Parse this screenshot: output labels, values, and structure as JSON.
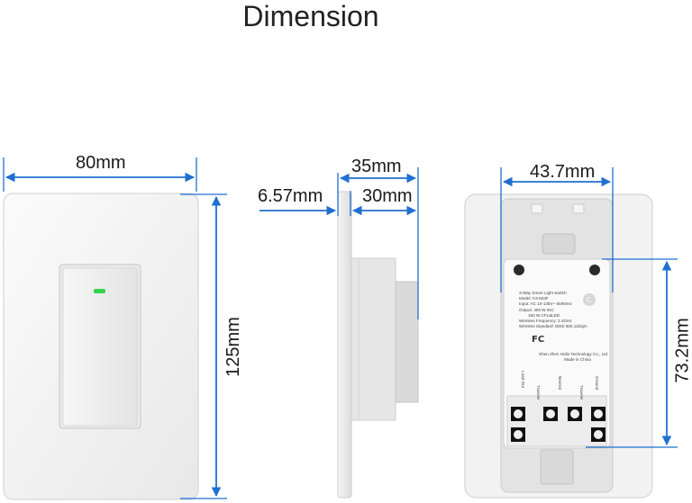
{
  "title": "Dimension",
  "dimensions": {
    "front_width": "80mm",
    "front_height": "125mm",
    "side_total_depth": "35mm",
    "side_plate_thickness": "6.57mm",
    "side_body_depth": "30mm",
    "back_body_width": "43.7mm",
    "back_label_height": "73.2mm"
  },
  "label": {
    "lines": [
      "3-Way Smart Light Switch",
      "Model: K3-603F",
      "Input: AC 10-135V~ 50/60Hz",
      "Output: 400 W INC",
      "150 W CFL&LED",
      "Wireless Frequency: 2.4GHz",
      "Wireless Standard: IEEE 802.11b/g/n"
    ],
    "maker_lines": [
      "Shen Zhen Hidin Technology Co., Ltd",
      "Made in China"
    ],
    "terminals": [
      "Load Out",
      "Traveler",
      "Neutral",
      "Traveler",
      "Ground"
    ],
    "certs": [
      "FC"
    ]
  },
  "colors": {
    "dimension_line": "#1f6fd1",
    "led": "#37d44a",
    "plate": "#f1f1f1",
    "body": "#e6e6e6"
  }
}
